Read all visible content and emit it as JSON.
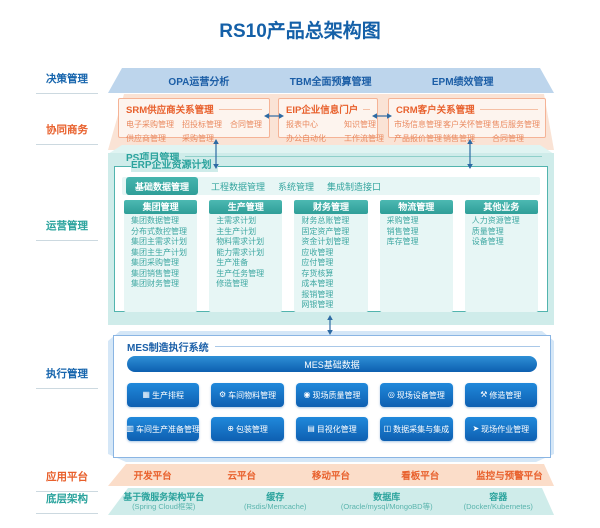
{
  "title": "RS10产品总架构图",
  "palette": {
    "title_blue": "#1460a8",
    "decision_band_bg": "#bdd5ec",
    "decision_text": "#1c5ea6",
    "orange_accent": "#e8602c",
    "orange_item_text": "#ea8a60",
    "collab_band_bg": "#fae3d5",
    "collab_box_border": "#f5b396",
    "teal_accent": "#2ba39d",
    "teal_band_bg": "#cfecea",
    "teal_column_bg": "#e7f6f5",
    "mes_band_bg": "#d5e7f7",
    "mes_blue_dark": "#0d5fb0",
    "mes_blue_light": "#2e8fd6",
    "app_band_bg": "#fbddc9",
    "infra_band_bg": "#cfecea",
    "arrow_blue": "#2d6aa3"
  },
  "side_labels": [
    {
      "label": "决策管理"
    },
    {
      "label": "协同商务"
    },
    {
      "label": "运营管理"
    },
    {
      "label": "执行管理"
    },
    {
      "label": "应用平台"
    },
    {
      "label": "底层架构"
    }
  ],
  "decision_band": {
    "items": [
      "OPA运营分析",
      "TBM全面预算管理",
      "EPM绩效管理"
    ]
  },
  "collaboration_band": {
    "srm": {
      "title": "SRM供应商关系管理",
      "items": [
        "电子采购管理",
        "招投标管理",
        "合同管理",
        "供应商管理",
        "采购管理"
      ]
    },
    "eip": {
      "title": "EIP企业信息门户",
      "items": [
        "报表中心",
        "知识管理",
        "办公自动化",
        "工作流管理"
      ]
    },
    "crm": {
      "title": "CRM客户关系管理",
      "items": [
        "市场信息管理",
        "客户关怀管理",
        "售后服务管理",
        "产品报价管理",
        "销售管理",
        "合同管理"
      ]
    }
  },
  "operations_band": {
    "ps_title": "PS项目管理",
    "erp_title": "ERP企业资源计划",
    "erp_tabs": {
      "selected": "基础数据管理",
      "others": [
        "工程数据管理",
        "系统管理",
        "集成制造接口"
      ]
    },
    "erp_columns": [
      {
        "header": "集团管理",
        "items": [
          "集团数据管理",
          "分布式数控管理",
          "集团主需求计划",
          "集团主生产计划",
          "集团采购管理",
          "集团销售管理",
          "集团财务管理"
        ]
      },
      {
        "header": "生产管理",
        "items": [
          "主需求计划",
          "主生产计划",
          "物料需求计划",
          "能力需求计划",
          "生产准备",
          "生产任务管理",
          "修造管理"
        ]
      },
      {
        "header": "财务管理",
        "items": [
          "财务总账管理",
          "固定资产管理",
          "资金计划管理",
          "应收管理",
          "应付管理",
          "存货核算",
          "成本管理",
          "报销管理",
          "网银管理"
        ]
      },
      {
        "header": "物流管理",
        "items": [
          "采购管理",
          "销售管理",
          "库存管理"
        ]
      },
      {
        "header": "其他业务",
        "items": [
          "人力资源管理",
          "质量管理",
          "设备管理"
        ]
      }
    ]
  },
  "execution_band": {
    "title": "MES制造执行系统",
    "base_bar": "MES基础数据",
    "buttons_row1": [
      {
        "label": "生产排程",
        "icon": "▦",
        "icon_name": "schedule-grid-icon"
      },
      {
        "label": "车间物料管理",
        "icon": "⚙",
        "icon_name": "forklift-icon"
      },
      {
        "label": "现场质量管理",
        "icon": "◉",
        "icon_name": "magnifier-icon"
      },
      {
        "label": "现场设备管理",
        "icon": "◎",
        "icon_name": "equipment-monitor-icon"
      },
      {
        "label": "修造管理",
        "icon": "⚒",
        "icon_name": "tools-icon"
      }
    ],
    "buttons_row2": [
      {
        "label": "车间生产准备管理",
        "icon": "▥",
        "icon_name": "people-icon"
      },
      {
        "label": "包装管理",
        "icon": "⊕",
        "icon_name": "globe-icon"
      },
      {
        "label": "目视化管理",
        "icon": "▤",
        "icon_name": "display-icon"
      },
      {
        "label": "数据采集与集成",
        "icon": "◫",
        "icon_name": "monitor-icon"
      },
      {
        "label": "现场作业管理",
        "icon": "➤",
        "icon_name": "pointer-icon"
      }
    ]
  },
  "platform_band": {
    "items": [
      "开发平台",
      "云平台",
      "移动平台",
      "看板平台",
      "监控与预警平台"
    ]
  },
  "infrastructure_band": {
    "items": [
      {
        "name": "基于微服务架构平台",
        "detail": "(Spring Cloud框架)"
      },
      {
        "name": "缓存",
        "detail": "(Rsdis/Memcache)"
      },
      {
        "name": "数据库",
        "detail": "(Oracle/mysql/MongoBD等)"
      },
      {
        "name": "容器",
        "detail": "(Docker/Kubernetes)"
      }
    ]
  }
}
